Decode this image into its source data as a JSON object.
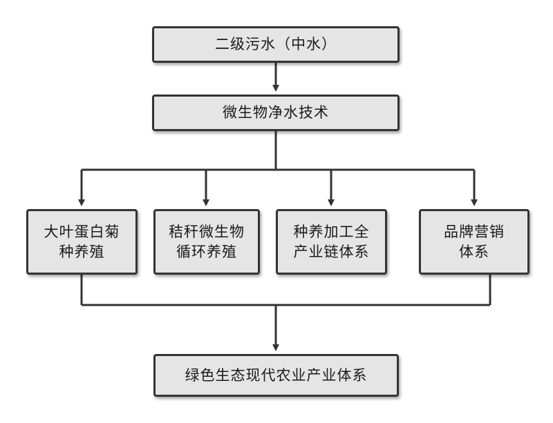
{
  "diagram": {
    "nodes": {
      "top": "二级污水（中水）",
      "tech": "微生物净水技术",
      "branch1": "大叶蛋白菊种养殖",
      "branch2": "秸秆微生物循环养殖",
      "branch3": "种养加工全产业链体系",
      "branch4": "品牌营销体系",
      "bottom": "绿色生态现代农业产业体系"
    },
    "colors": {
      "box_fill": "#e5e5e5",
      "box_border": "#333333",
      "connector": "#333333"
    }
  }
}
